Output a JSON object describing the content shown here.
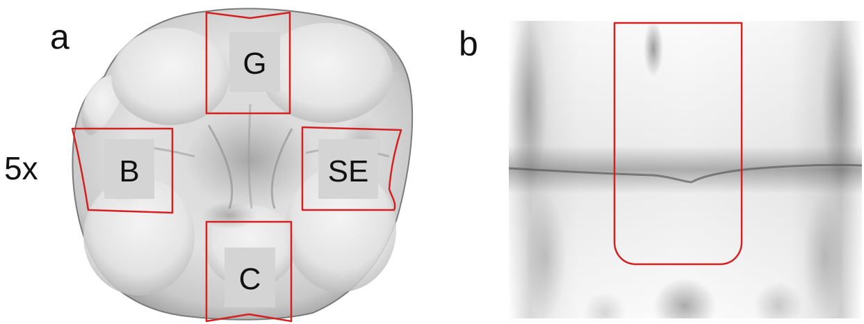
{
  "panel_a": {
    "letter": "a",
    "magnification": "5x",
    "regions": [
      {
        "key": "G",
        "label": "G"
      },
      {
        "key": "B",
        "label": "B"
      },
      {
        "key": "SE",
        "label": "SE"
      },
      {
        "key": "C",
        "label": "C"
      }
    ]
  },
  "panel_b": {
    "letter": "b"
  },
  "colors": {
    "outline": "#d42020",
    "label_box": "#d4d4d4"
  }
}
